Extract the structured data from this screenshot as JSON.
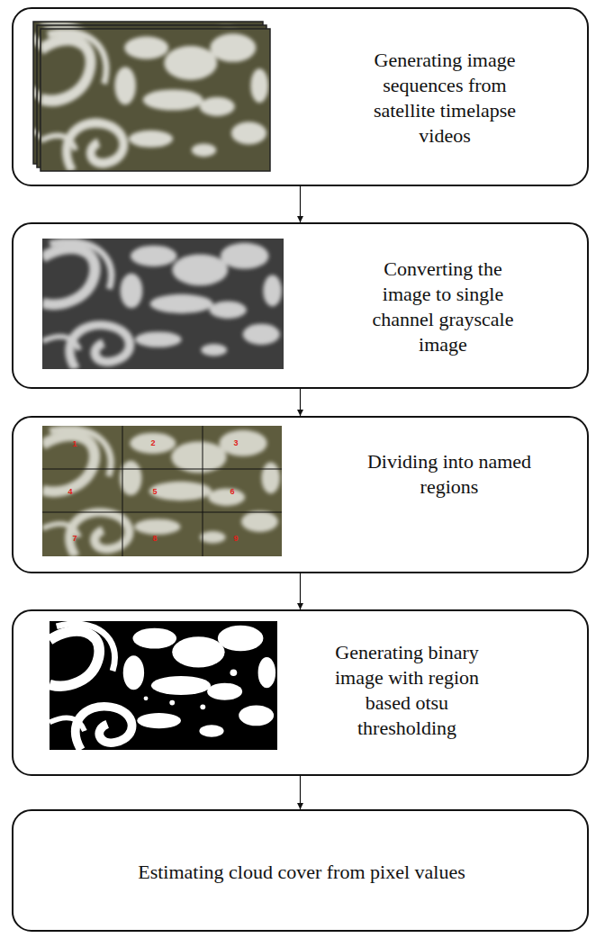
{
  "diagram": {
    "nodes": [
      {
        "text": [
          "Generating image sequences from satellite timelapse videos"
        ]
      },
      {
        "text": [
          "Converting the image to single channel grayscale image"
        ]
      },
      {
        "text": [
          "Dividing into named regions"
        ]
      },
      {
        "text": [
          "Generating binary image with region based otsu thresholding"
        ]
      },
      {
        "text": [
          "Estimating cloud cover from pixel values"
        ]
      }
    ],
    "edges": [
      {
        "from": 0,
        "to": 1,
        "arrow": "to"
      },
      {
        "from": 1,
        "to": 2,
        "arrow": "to"
      },
      {
        "from": 2,
        "to": 3,
        "arrow": "to"
      },
      {
        "from": 3,
        "to": 4,
        "arrow": "to"
      }
    ],
    "labels": [
      "1",
      "2",
      "3",
      "4",
      "5",
      "6",
      "7",
      "8",
      "9"
    ]
  }
}
